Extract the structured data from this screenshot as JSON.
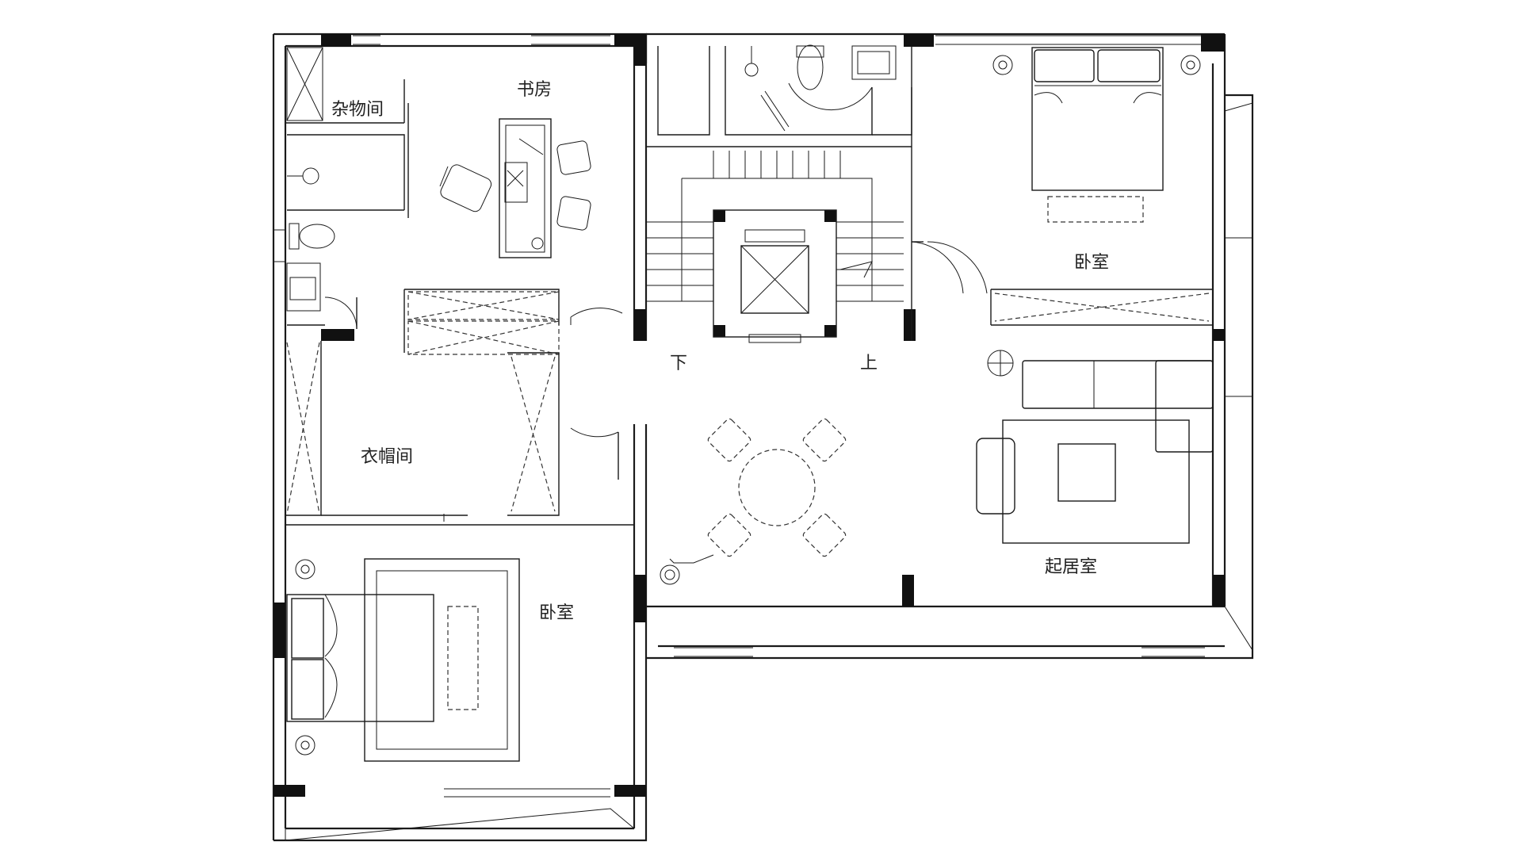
{
  "rooms": {
    "storage": "杂物间",
    "study": "书房",
    "bedroom_ne": "卧室",
    "wardrobe": "衣帽间",
    "bedroom_sw": "卧室",
    "living": "起居室"
  },
  "stairs": {
    "down": "下",
    "up": "上"
  }
}
